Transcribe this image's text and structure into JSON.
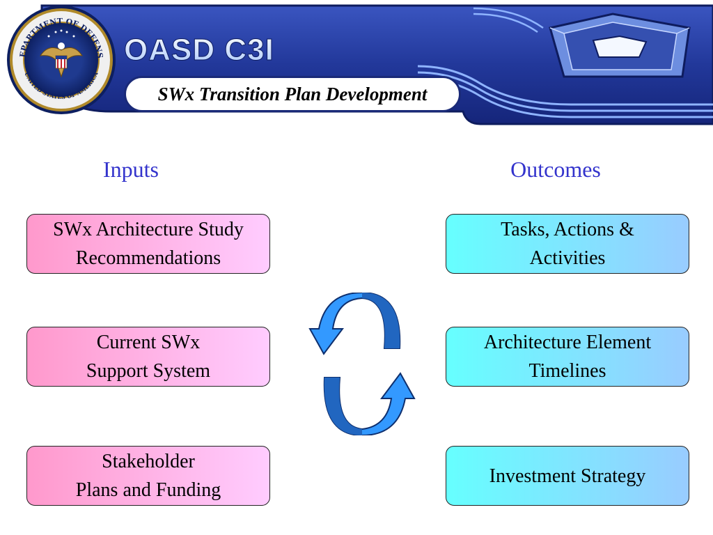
{
  "header": {
    "title": "SWx Transition Plan Development",
    "org_logo_text": "OASD C3I",
    "seal_text_top": "DEPARTMENT OF DEFENSE",
    "seal_text_bottom": "UNITED STATES OF AMERICA",
    "colors": {
      "banner_dark": "#1a2a78",
      "banner_mid": "#3a55c0",
      "accent_line": "#8fb4ff"
    }
  },
  "inputs": {
    "heading": "Inputs",
    "items": [
      {
        "text": "SWx Architecture Study\nRecommendations"
      },
      {
        "text": "Current SWx\nSupport System"
      },
      {
        "text": "Stakeholder\nPlans and Funding"
      }
    ]
  },
  "outcomes": {
    "heading": "Outcomes",
    "items": [
      {
        "text": "Tasks, Actions &\nActivities"
      },
      {
        "text": "Architecture Element\nTimelines"
      },
      {
        "text": "Investment Strategy"
      }
    ]
  },
  "colors": {
    "heading": "#3333cc",
    "input_gradient": [
      "#ff99cc",
      "#ffccff"
    ],
    "outcome_gradient": [
      "#66ffff",
      "#99ccff"
    ],
    "cycle_arrow": "#3399ff"
  },
  "icons": [
    "dod-seal-icon",
    "pentagon-icon",
    "cycle-arrows-icon"
  ]
}
